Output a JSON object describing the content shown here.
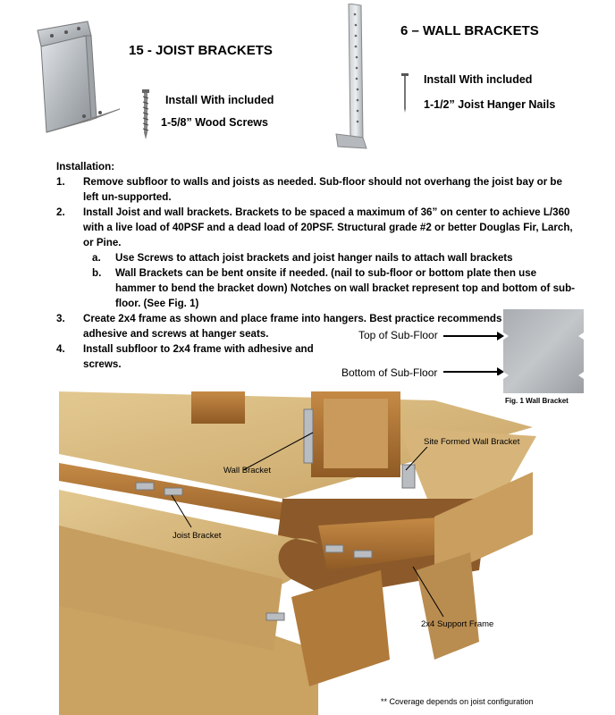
{
  "joist": {
    "title": "15 - JOIST BRACKETS",
    "install_line1": "Install With included",
    "install_line2": "1-5/8” Wood Screws"
  },
  "wall": {
    "title": "6 – WALL BRACKETS",
    "install_line1": "Install With included",
    "install_line2": "1-1/2” Joist Hanger Nails"
  },
  "installation": {
    "heading": "Installation:",
    "steps": [
      {
        "num": "1.",
        "text": "Remove subfloor to walls and joists as needed. Sub-floor should not overhang the joist bay or be left un-supported."
      },
      {
        "num": "2.",
        "text": "Install Joist and wall brackets. Brackets to be spaced a maximum of 36” on center to achieve L/360 with a live load of 40PSF and a dead load of 20PSF.  Structural grade #2 or better Douglas Fir, Larch, or Pine."
      },
      {
        "num": "3.",
        "text": "Create 2x4 frame as shown and place frame into hangers.  Best practice recommends sub-floor adhesive and screws at hanger seats."
      },
      {
        "num": "4.",
        "text": "Install subfloor to 2x4 frame with adhesive and screws."
      }
    ],
    "substeps": [
      {
        "num": "a.",
        "text": "Use Screws to attach joist brackets and joist hanger nails to attach wall brackets"
      },
      {
        "num": "b.",
        "text": "Wall Brackets can be bent onsite if needed.  (nail to sub-floor or bottom plate then use hammer to bend the bracket down) Notches on wall bracket represent top and bottom of sub-floor. (See Fig. 1)"
      }
    ]
  },
  "fig1": {
    "top_label": "Top of Sub-Floor",
    "bottom_label": "Bottom of Sub-Floor",
    "caption": "Fig. 1 Wall Bracket"
  },
  "diagram": {
    "site_formed": "Site Formed Wall Bracket",
    "wall_bracket": "Wall Bracket",
    "joist_bracket": "Joist Bracket",
    "support_frame": "2x4 Support Frame",
    "coverage_note": "** Coverage depends on joist configuration"
  },
  "colors": {
    "osb": "#d9b97f",
    "wood": "#b07a3a",
    "metal": "#b8bcc0"
  }
}
